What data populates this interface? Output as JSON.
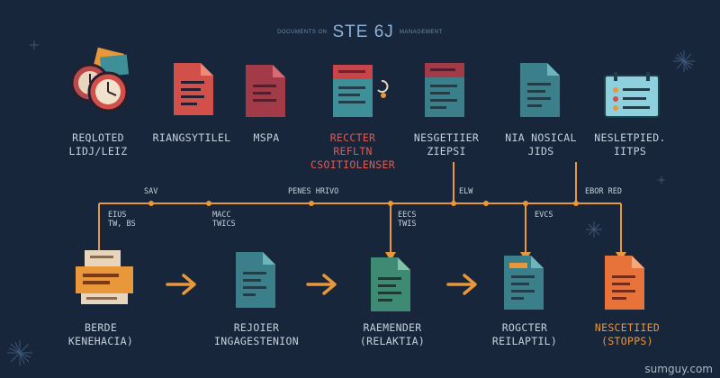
{
  "header": {
    "left_small": "DOCUMENTS ON",
    "title": "STE 6J",
    "right_small": "MANAGEMENT"
  },
  "colors": {
    "background": "#17263a",
    "connector": "#e8973a",
    "label_light": "#c6d1de",
    "label_red": "#e05a52",
    "label_orange": "#e8973a"
  },
  "top_items": [
    {
      "id": "t1",
      "icon": "clock-stack-icon",
      "lines": [
        "REQLOTED",
        "LIDJ/LEIZ"
      ],
      "color": "label_light"
    },
    {
      "id": "t2",
      "icon": "red-doc-icon",
      "lines": [
        "RIANGSYTILEL"
      ],
      "color": "label_light"
    },
    {
      "id": "t3",
      "icon": "maroon-doc-icon",
      "lines": [
        "MSPA"
      ],
      "color": "label_light"
    },
    {
      "id": "t4",
      "icon": "teal-doc-on-red-icon",
      "lines": [
        "RECCTER",
        "REFLTN",
        "CSOITIOLENSER"
      ],
      "color": "label_red"
    },
    {
      "id": "t5",
      "icon": "teal-doc-on-maroon-icon",
      "lines": [
        "NESGETIIER",
        "ZIEPSI"
      ],
      "color": "label_light"
    },
    {
      "id": "t6",
      "icon": "teal-doc-icon",
      "lines": [
        "NIA NOSICAL",
        "JIDS"
      ],
      "color": "label_light"
    },
    {
      "id": "t7",
      "icon": "clipboard-icon",
      "lines": [
        "NESLETPIED.",
        "IITPS"
      ],
      "color": "label_light"
    }
  ],
  "bottom_items": [
    {
      "id": "b1",
      "icon": "orange-stack-icon",
      "lines": [
        "BERDE",
        "KENEHACIA)"
      ],
      "color": "label_light"
    },
    {
      "id": "b2",
      "icon": "teal-doc-icon",
      "lines": [
        "REJOIER",
        "INGAGESTENION"
      ],
      "color": "label_light"
    },
    {
      "id": "b3",
      "icon": "green-doc-icon",
      "lines": [
        "RAEMENDER",
        "(RELAKTIA)"
      ],
      "color": "label_light"
    },
    {
      "id": "b4",
      "icon": "teal-clip-doc-icon",
      "lines": [
        "ROGCTER",
        "REILAPTIL)"
      ],
      "color": "label_light"
    },
    {
      "id": "b5",
      "icon": "orange-doc-icon",
      "lines": [
        "NESCETIIED",
        "(STOPPS)"
      ],
      "color": "label_orange"
    }
  ],
  "line_labels": [
    {
      "id": "l1",
      "text": "SAV"
    },
    {
      "id": "l2",
      "text": "PENES HRIVO"
    },
    {
      "id": "l3",
      "text": "ELW"
    },
    {
      "id": "l4",
      "text": "EBOR RED"
    },
    {
      "id": "l5",
      "lines": [
        "EIUS",
        "TW, BS"
      ]
    },
    {
      "id": "l6",
      "lines": [
        "MACC",
        "TWICS"
      ]
    },
    {
      "id": "l7",
      "lines": [
        "EECS",
        "TWIS"
      ]
    },
    {
      "id": "l8",
      "text": "EVCS"
    }
  ],
  "watermark": "sumguy.com"
}
